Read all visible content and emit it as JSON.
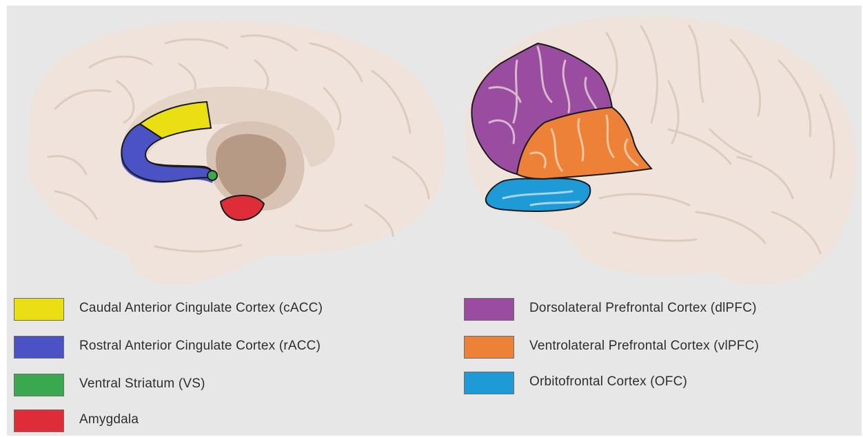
{
  "legend": {
    "left_column": [
      {
        "label": "Caudal Anterior Cingulate Cortex (cACC)",
        "color": "#e9df12"
      },
      {
        "label": "Rostral Anterior Cingulate Cortex (rACC)",
        "color": "#4a52c4"
      },
      {
        "label": "Ventral Striatum (VS)",
        "color": "#39a84f"
      },
      {
        "label": "Amygdala",
        "color": "#df2c39"
      }
    ],
    "right_column": [
      {
        "label": "Dorsolateral Prefrontal Cortex (dlPFC)",
        "color": "#9a4da0"
      },
      {
        "label": "Ventrolateral Prefrontal Cortex (vlPFC)",
        "color": "#ee8138"
      },
      {
        "label": "Orbitofrontal Cortex (OFC)",
        "color": "#1e9ad6"
      }
    ]
  },
  "colors": {
    "background": "#e7e7e7",
    "brain": "#efe3db",
    "brain_fold": "#d9c6ba",
    "inner_ring": "#e4d3c7",
    "thalamus": "#b79a86",
    "outline": "#1a1a1a"
  }
}
